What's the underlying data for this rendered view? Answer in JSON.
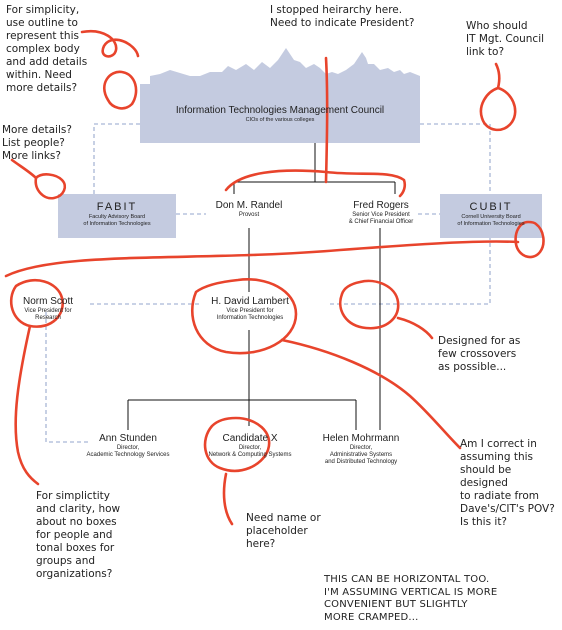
{
  "colors": {
    "box_fill": "#c4cbe0",
    "connector": "#111111",
    "dashed": "#a9b6d6",
    "annotation": "#e8442c"
  },
  "orgs": {
    "council": {
      "name": "Information Technologies Management Council",
      "title": "CIOs of the various colleges"
    },
    "fabit": {
      "name": "FABIT",
      "title": "Faculty Advisory Board\nof Information Technologies"
    },
    "cubit": {
      "name": "CUBIT",
      "title": "Cornell University Board\nof Information Technologies"
    },
    "randel": {
      "name": "Don M. Randel",
      "title": "Provost"
    },
    "rogers": {
      "name": "Fred Rogers",
      "title": "Senior Vice President\n& Chief Financial Officer"
    },
    "scott": {
      "name": "Norm Scott",
      "title": "Vice President for\nResearch"
    },
    "lambert": {
      "name": "H. David Lambert",
      "title": "Vice President for\nInformation Technologies"
    },
    "stunden": {
      "name": "Ann Stunden",
      "title": "Director,\nAcademic Technology Services"
    },
    "candidate": {
      "name": "Candidate X",
      "title": "Director,\nNetwork & Computing Systems"
    },
    "mohrmann": {
      "name": "Helen Mohrmann",
      "title": "Director,\nAdministrative Systems\nand Distributed Technology"
    }
  },
  "annotations": {
    "simplicity_outline": "For simplicity,\nuse outline to\nrepresent this\ncomplex body\nand add details\nwithin. Need\nmore details?",
    "hierarchy": "I stopped heirarchy here.\nNeed to indicate President?",
    "council_link": "Who should\nIT Mgt. Council\nlink to?",
    "more_details": "More details?\nList people?\nMore links?",
    "crossovers": "Designed for as\nfew crossovers\nas possible...",
    "radiate": "Am I correct in\nassuming this\nshould be designed\nto radiate from\nDave's/CIT's POV?\nIs this it?",
    "simplicity_boxes": "For simplictity\nand clarity, how\nabout no boxes\nfor people and\ntonal boxes for\ngroups and\norganizations?",
    "placeholder": "Need name or\nplaceholder\nhere?",
    "horizontal": "THIS CAN BE HORIZONTAL TOO.\nI'M ASSUMING VERTICAL IS MORE\nCONVENIENT BUT SLIGHTLY\nMORE CRAMPED..."
  }
}
